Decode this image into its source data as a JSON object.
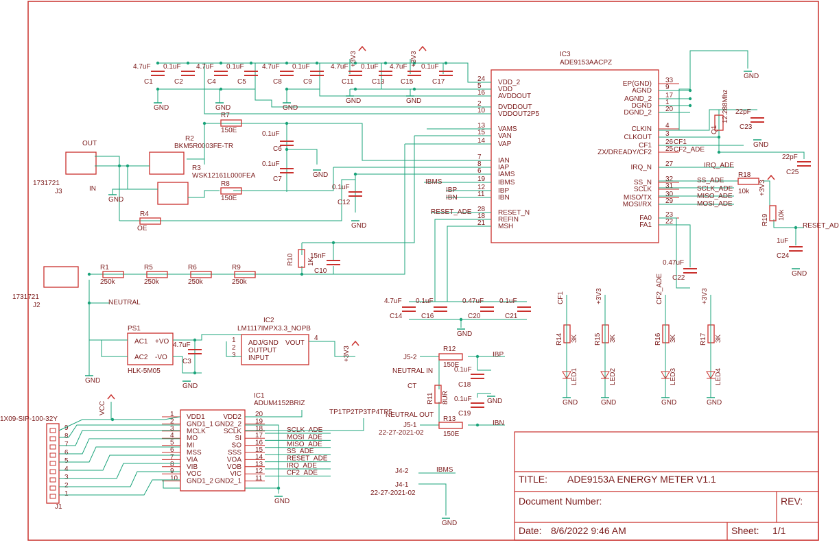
{
  "title_block": {
    "title_label": "TITLE:",
    "title_value": "ADE9153A ENERGY METER V1.1",
    "docnum_label": "Document Number:",
    "rev_label": "REV:",
    "date_label": "Date:",
    "date_value": "8/6/2022 9:46 AM",
    "sheet_label": "Sheet:",
    "sheet_value": "1/1"
  },
  "ic3": {
    "ref": "IC3",
    "part": "ADE9153AACPZ",
    "left_pins": [
      {
        "num": "24",
        "name": "VDD_2"
      },
      {
        "num": "5",
        "name": "VDD"
      },
      {
        "num": "16",
        "name": "AVDDOUT"
      },
      {
        "num": "2",
        "name": "DVDDOUT"
      },
      {
        "num": "10",
        "name": "VDDOUT2P5"
      },
      {
        "num": "13",
        "name": "VAMS"
      },
      {
        "num": "15",
        "name": "VAN"
      },
      {
        "num": "14",
        "name": "VAP"
      },
      {
        "num": "7",
        "name": "IAN"
      },
      {
        "num": "8",
        "name": "IAP"
      },
      {
        "num": "6",
        "name": "IAMS"
      },
      {
        "num": "19",
        "name": "IBMS"
      },
      {
        "num": "12",
        "name": "IBP"
      },
      {
        "num": "11",
        "name": "IBN"
      },
      {
        "num": "28",
        "name": "RESET_N"
      },
      {
        "num": "18",
        "name": "REFIN"
      },
      {
        "num": "21",
        "name": "MSH"
      }
    ],
    "right_pins": [
      {
        "num": "33",
        "name": "EP(GND)"
      },
      {
        "num": "9",
        "name": "AGND"
      },
      {
        "num": "17",
        "name": "AGND_2"
      },
      {
        "num": "1",
        "name": "DGND"
      },
      {
        "num": "20",
        "name": "DGND_2"
      },
      {
        "num": "4",
        "name": "CLKIN"
      },
      {
        "num": "3",
        "name": "CLKOUT"
      },
      {
        "num": "26",
        "name": "CF1"
      },
      {
        "num": "25",
        "name": "ZX/DREADY/CF2"
      },
      {
        "num": "27",
        "name": "IRQ_N"
      },
      {
        "num": "32",
        "name": "SS_N"
      },
      {
        "num": "31",
        "name": "SCLK"
      },
      {
        "num": "30",
        "name": "MISO/TX"
      },
      {
        "num": "29",
        "name": "MOSI/RX"
      },
      {
        "num": "23",
        "name": "FA0"
      },
      {
        "num": "22",
        "name": "FA1"
      }
    ]
  },
  "ic1": {
    "ref": "IC1",
    "part": "ADUM4152BRIZ",
    "left_pins": [
      {
        "num": "1",
        "name": "VDD1"
      },
      {
        "num": "2",
        "name": "GND1_1"
      },
      {
        "num": "3",
        "name": "MCLK"
      },
      {
        "num": "4",
        "name": "MO"
      },
      {
        "num": "5",
        "name": "MI"
      },
      {
        "num": "6",
        "name": "MSS"
      },
      {
        "num": "7",
        "name": "VIA"
      },
      {
        "num": "8",
        "name": "VIB"
      },
      {
        "num": "9",
        "name": "VOC"
      },
      {
        "num": "10",
        "name": "GND1_2"
      }
    ],
    "right_pins": [
      {
        "num": "20",
        "name": "VDD2"
      },
      {
        "num": "19",
        "name": "GND2_2"
      },
      {
        "num": "18",
        "name": "SCLK"
      },
      {
        "num": "17",
        "name": "SI"
      },
      {
        "num": "16",
        "name": "SO"
      },
      {
        "num": "15",
        "name": "SSS"
      },
      {
        "num": "14",
        "name": "VOA"
      },
      {
        "num": "13",
        "name": "VOB"
      },
      {
        "num": "12",
        "name": "VIC"
      },
      {
        "num": "11",
        "name": "GND2_1"
      }
    ],
    "nets": [
      "SCLK_ADE",
      "MOSI_ADE",
      "MISO_ADE",
      "SS_ADE",
      "RESET_ADE",
      "IRQ_ADE",
      "CF2_ADE"
    ]
  },
  "ic2": {
    "ref": "IC2",
    "part": "LM1117IMPX3.3_NOPB",
    "pins": [
      {
        "num": "1",
        "name": "ADJ/GND"
      },
      {
        "num": "2",
        "name": "OUTPUT"
      },
      {
        "num": "3",
        "name": "INPUT"
      }
    ],
    "right_pin": "VOUT",
    "right_num": "4"
  },
  "ps1": {
    "ref": "PS1",
    "part": "HLK-5M05",
    "pins": [
      "AC1",
      "AC2",
      "+VO",
      "-VO"
    ]
  },
  "j1": {
    "ref": "J1",
    "part": "1X09-SIP-100-32Y",
    "pins": [
      "9",
      "8",
      "7",
      "6",
      "5",
      "4",
      "3",
      "2",
      "1"
    ]
  },
  "caps_top": [
    {
      "value": "4.7uF",
      "ref": "C1"
    },
    {
      "value": "0.1uF",
      "ref": "C2"
    },
    {
      "value": "4.7uF",
      "ref": "C4"
    },
    {
      "value": "0.1uF",
      "ref": "C5"
    },
    {
      "value": "4.7uF",
      "ref": "C8"
    },
    {
      "value": "0.1uF",
      "ref": "C9"
    },
    {
      "value": "4.7uF",
      "ref": "C11"
    },
    {
      "value": "0.1uF",
      "ref": "C13"
    },
    {
      "value": "4.7uF",
      "ref": "C15"
    },
    {
      "value": "0.1uF",
      "ref": "C17"
    }
  ],
  "caps_bottom": [
    {
      "value": "4.7uF",
      "ref": "C14"
    },
    {
      "value": "0.1uF",
      "ref": "C16"
    },
    {
      "value": "0.47uF",
      "ref": "C20"
    },
    {
      "value": "0.1uF",
      "ref": "C21"
    }
  ],
  "resistors_voltage": [
    {
      "ref": "R1",
      "value": "250k"
    },
    {
      "ref": "R5",
      "value": "250k"
    },
    {
      "ref": "R6",
      "value": "250k"
    },
    {
      "ref": "R9",
      "value": "250k"
    }
  ],
  "leds": [
    {
      "net": "CF1",
      "r": "R14",
      "rv": "3K",
      "led": "LED1"
    },
    {
      "net": "+3V3",
      "r": "R15",
      "rv": "3K",
      "led": "LED2"
    },
    {
      "net": "CF2_ADE",
      "r": "R16",
      "rv": "3K",
      "led": "LED3"
    },
    {
      "net": "+3V3",
      "r": "R17",
      "rv": "3K",
      "led": "LED4"
    }
  ],
  "labels": {
    "gnd": "GND",
    "v33": "+3V3",
    "vcc": "VCC",
    "neutral": "NEUTRAL",
    "neutral_in": "NEUTRAL IN",
    "neutral_out": "NEUTRAL OUT",
    "ct": "CT",
    "out": "OUT",
    "in": "IN",
    "oe": "OE",
    "j3": "J3",
    "j2": "J2",
    "j3part": "1731721",
    "j2part": "1731721",
    "r2": "R2",
    "r2part": "BKM5R0003FE-TR",
    "r3": "R3",
    "r3part": "WSK12161L000FEA",
    "r7": "R7",
    "r8": "R8",
    "r4": "R4",
    "r150": "150E",
    "r10": "R10",
    "r10v": "1K",
    "c6": "C6",
    "c7": "C7",
    "c12": "C12",
    "c10": "C10",
    "c10v": "15nF",
    "c22": "C22",
    "c22v": "0.47uF",
    "c23": "C23",
    "c25": "C25",
    "c24": "C24",
    "c24v": "1uF",
    "c3": "C3",
    "c3v": "4.7uF",
    "c18": "C18",
    "c19": "C19",
    "c01": "0.1uF",
    "pf22": "22pF",
    "q1": "Q1",
    "q1v": "12.288Mhz",
    "r18": "R18",
    "r19": "R19",
    "r10k": "10k",
    "r12": "R12",
    "r13": "R13",
    "r11": "R11",
    "r11v": "8UR",
    "j5_2": "J5-2",
    "j5_1": "J5-1",
    "j4_2": "J4-2",
    "j4_1": "J4-1",
    "j45part": "22-27-2021-02",
    "ibp": "IBP",
    "ibn": "IBN",
    "ibms": "IBMS",
    "irq_ade": "IRQ_ADE",
    "reset_ade": "RESET_ADE",
    "ss_ade": "SS_ADE",
    "sclk_ade": "SCLK_ADE",
    "miso_ade": "MISO_ADE",
    "mosi_ade": "MOSI_ADE",
    "cf1": "CF1",
    "cf2_ade": "CF2_ADE",
    "tp": "TP1TP2TP3TP4TP5"
  }
}
